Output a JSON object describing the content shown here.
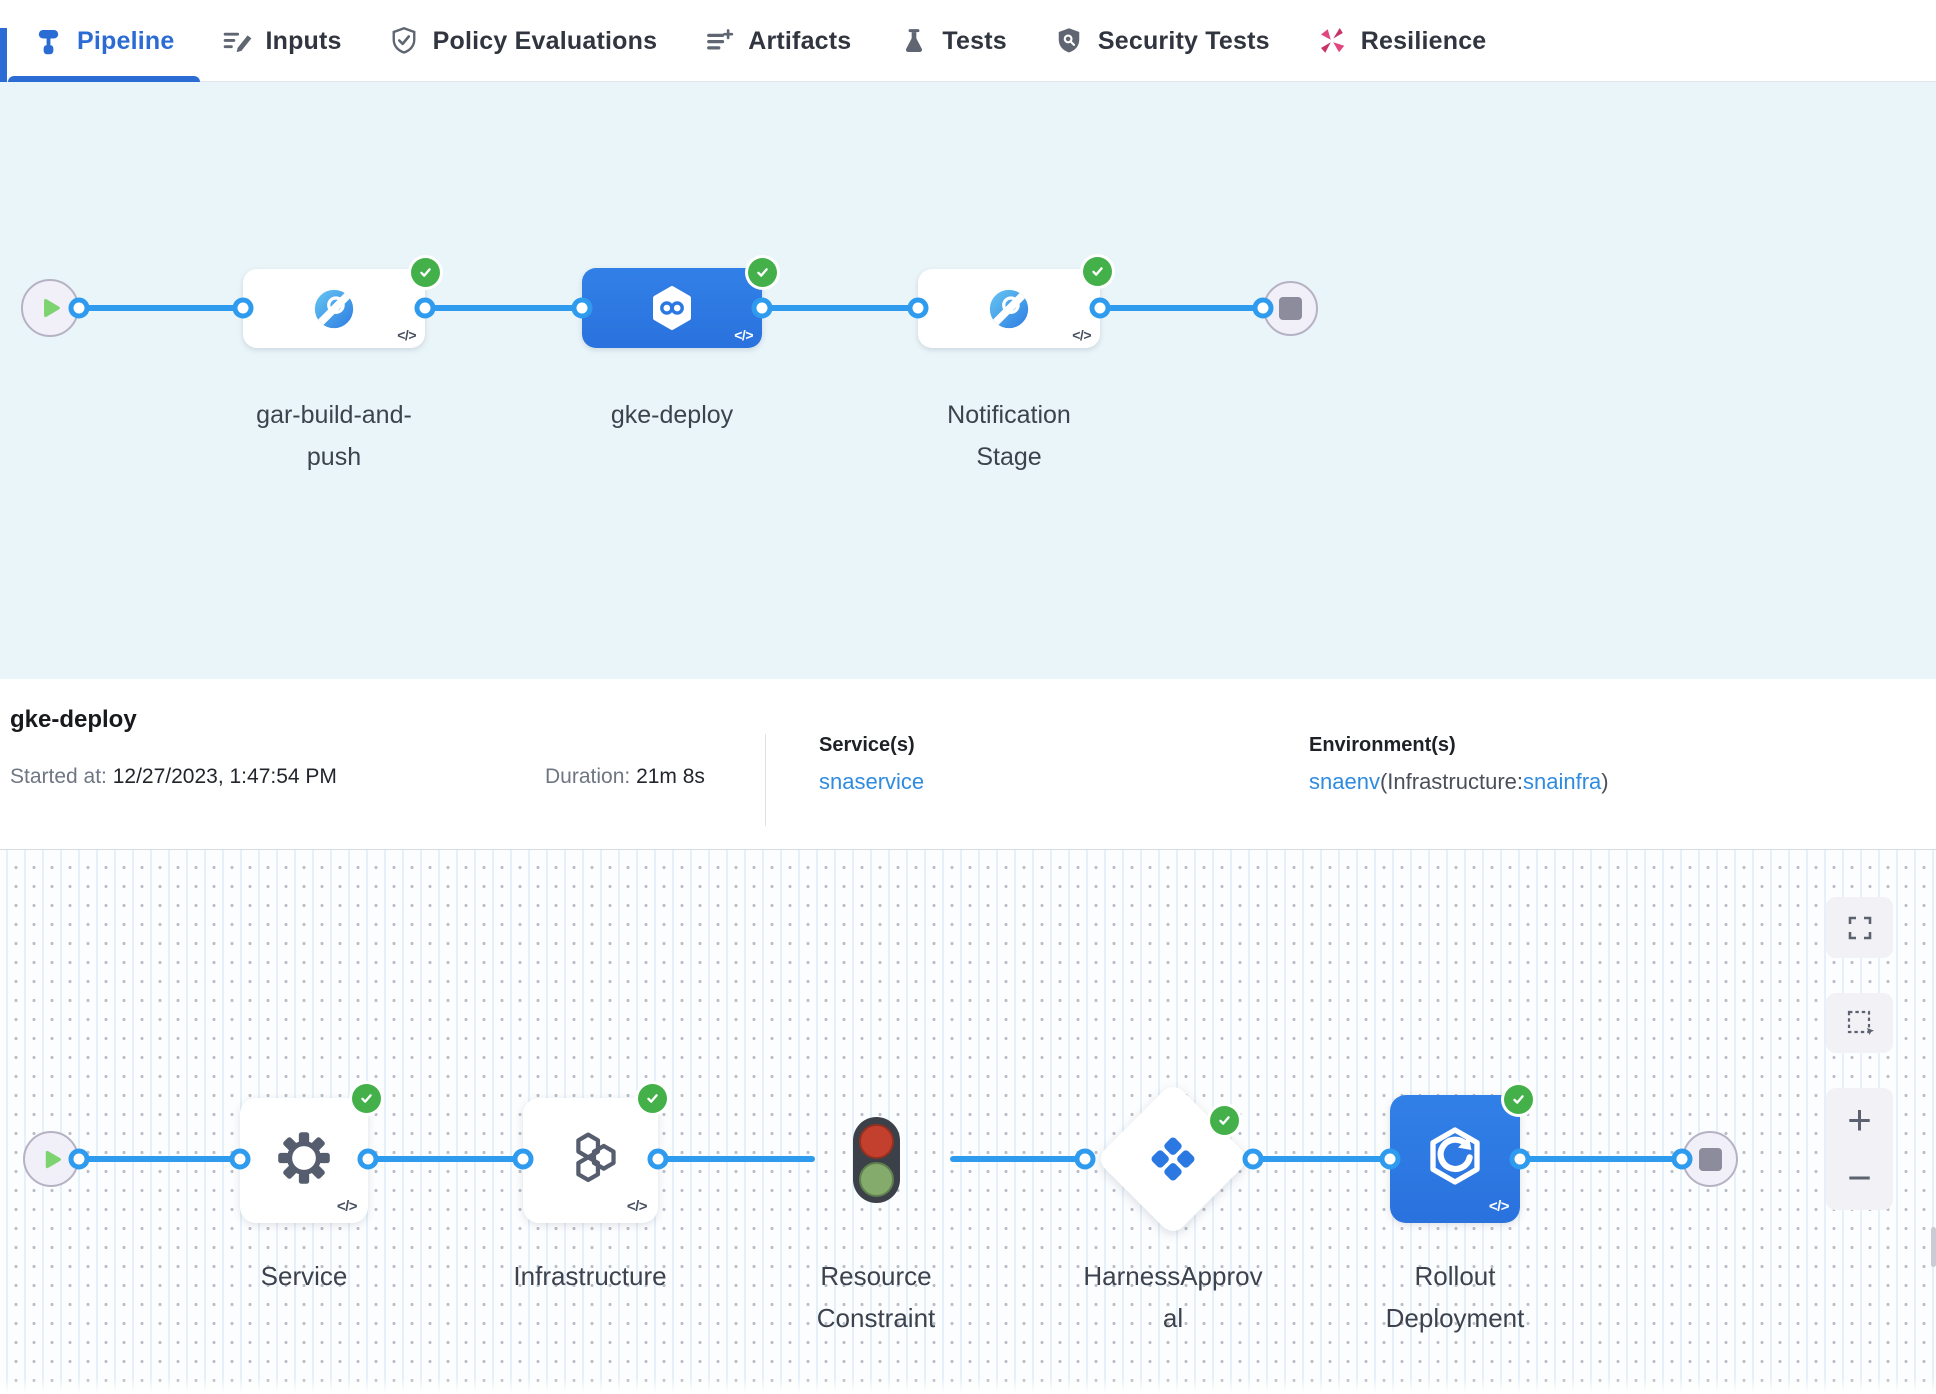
{
  "glyphs": {
    "code_chip": "</>",
    "zoom_in": "+",
    "zoom_out": "−"
  },
  "colors": {
    "accent_blue": "#2b6cd4",
    "node_blue": "#2b78e3",
    "wire_blue": "#2f9bef",
    "success_green": "#43b049",
    "link_blue": "#2f8be0",
    "resilience_pink": "#e1477e",
    "canvas_blue": "#eaf5f9"
  },
  "tab_bar": {
    "tabs": [
      {
        "label": "Pipeline",
        "icon": "pipeline-icon",
        "active": true
      },
      {
        "label": "Inputs",
        "icon": "inputs-icon",
        "active": false
      },
      {
        "label": "Policy Evaluations",
        "icon": "policy-evaluations-icon",
        "active": false
      },
      {
        "label": "Artifacts",
        "icon": "artifacts-icon",
        "active": false
      },
      {
        "label": "Tests",
        "icon": "tests-icon",
        "active": false
      },
      {
        "label": "Security Tests",
        "icon": "security-tests-icon",
        "active": false
      },
      {
        "label": "Resilience",
        "icon": "resilience-icon",
        "active": false
      }
    ]
  },
  "stage_graph": {
    "stages": [
      {
        "name": "gar-build-and-push",
        "label_line1": "gar-build-and-",
        "label_line2": "push",
        "status": "success",
        "selected": false
      },
      {
        "name": "gke-deploy",
        "label_line1": "gke-deploy",
        "label_line2": "",
        "status": "success",
        "selected": true
      },
      {
        "name": "Notification Stage",
        "label_line1": "Notification",
        "label_line2": "Stage",
        "status": "success",
        "selected": false
      }
    ]
  },
  "details": {
    "title": "gke-deploy",
    "started_label": "Started at:",
    "started_value": "12/27/2023, 1:47:54 PM",
    "duration_label": "Duration:",
    "duration_value": "21m 8s",
    "services_label": "Service(s)",
    "services_value": "snaservice",
    "environments_label": "Environment(s)",
    "environment_link1": "snaenv",
    "environment_infra_prefix": "(Infrastructure:",
    "environment_link2": "snainfra",
    "environment_suffix": ")"
  },
  "execution_graph": {
    "steps": [
      {
        "name": "Service",
        "label_line1": "Service",
        "label_line2": "",
        "status": "success"
      },
      {
        "name": "Infrastructure",
        "label_line1": "Infrastructure",
        "label_line2": "",
        "status": "success"
      },
      {
        "name": "Resource Constraint",
        "label_line1": "Resource",
        "label_line2": "Constraint",
        "status": "running"
      },
      {
        "name": "HarnessApproval",
        "label_line1": "HarnessApprov",
        "label_line2": "al",
        "status": "success"
      },
      {
        "name": "Rollout Deployment",
        "label_line1": "Rollout",
        "label_line2": "Deployment",
        "status": "success"
      }
    ]
  }
}
